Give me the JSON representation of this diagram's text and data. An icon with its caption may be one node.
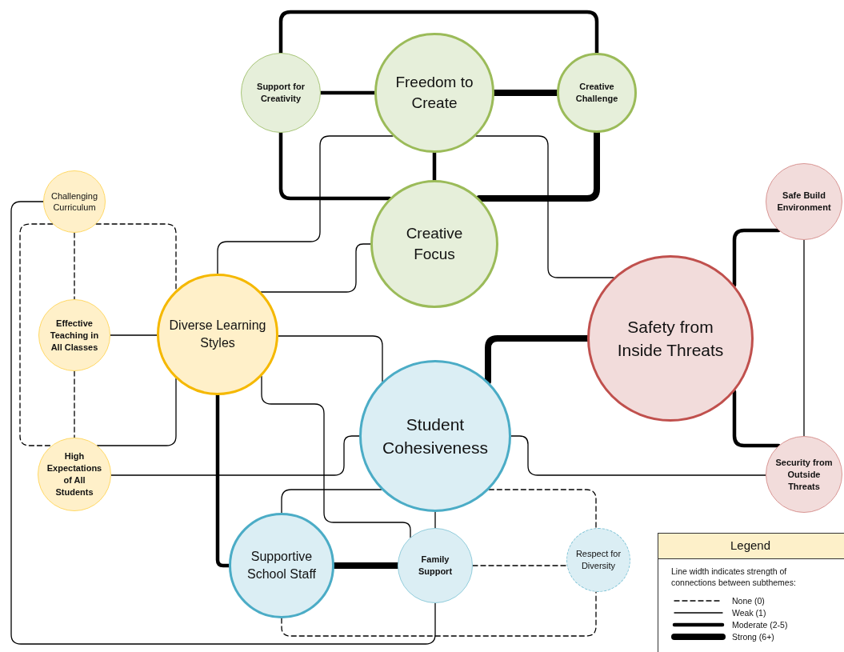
{
  "diagram": {
    "nodes": [
      {
        "text": [
          "Support for Creativity"
        ]
      },
      {
        "text": [
          "Freedom to Create"
        ]
      },
      {
        "text": [
          "Creative Challenge"
        ]
      },
      {
        "text": [
          "Creative Focus"
        ]
      },
      {
        "text": [
          "Challenging Curriculum"
        ]
      },
      {
        "text": [
          "Effective Teaching in All Classes"
        ]
      },
      {
        "text": [
          "Diverse Learning Styles"
        ]
      },
      {
        "text": [
          "High Expectations of All Students"
        ]
      },
      {
        "text": [
          "Safety from Inside Threats"
        ]
      },
      {
        "text": [
          "Safe Build Environment"
        ]
      },
      {
        "text": [
          "Student Cohesiveness"
        ]
      },
      {
        "text": [
          "Security from Outside Threats"
        ]
      },
      {
        "text": [
          "Supportive School Staff"
        ]
      },
      {
        "text": [
          "Family Support"
        ]
      },
      {
        "text": [
          "Respect for Diversity"
        ]
      }
    ],
    "edges": [
      {
        "from": 0,
        "to": 1,
        "arrow": "none",
        "style": "thick"
      },
      {
        "from": 1,
        "to": 2,
        "arrow": "none",
        "style": "thick"
      },
      {
        "from": 0,
        "to": 2,
        "arrow": "none",
        "style": "thick"
      },
      {
        "from": 1,
        "to": 3,
        "arrow": "none",
        "style": "thick"
      },
      {
        "from": 0,
        "to": 3,
        "arrow": "none",
        "style": "thick"
      },
      {
        "from": 2,
        "to": 3,
        "arrow": "none",
        "style": "thick"
      },
      {
        "from": 1,
        "to": 6,
        "arrow": "none"
      },
      {
        "from": 1,
        "to": 8,
        "arrow": "none"
      },
      {
        "from": 3,
        "to": 6,
        "arrow": "none"
      },
      {
        "from": 4,
        "to": 5,
        "arrow": "none",
        "style": "dashed"
      },
      {
        "from": 4,
        "to": 6,
        "arrow": "none",
        "style": "dashed"
      },
      {
        "from": 4,
        "to": 7,
        "arrow": "none",
        "style": "dashed"
      },
      {
        "from": 5,
        "to": 7,
        "arrow": "none",
        "style": "dashed"
      },
      {
        "from": 5,
        "to": 6,
        "arrow": "none"
      },
      {
        "from": 6,
        "to": 7,
        "arrow": "none"
      },
      {
        "from": 4,
        "to": 13,
        "arrow": "none"
      },
      {
        "from": 6,
        "to": 10,
        "arrow": "none"
      },
      {
        "from": 6,
        "to": 13,
        "arrow": "none"
      },
      {
        "from": 6,
        "to": 12,
        "arrow": "none",
        "style": "thick"
      },
      {
        "from": 7,
        "to": 10,
        "arrow": "none"
      },
      {
        "from": 8,
        "to": 10,
        "arrow": "none",
        "style": "thick"
      },
      {
        "from": 8,
        "to": 9,
        "arrow": "none",
        "style": "thick"
      },
      {
        "from": 8,
        "to": 11,
        "arrow": "none",
        "style": "thick"
      },
      {
        "from": 9,
        "to": 11,
        "arrow": "none"
      },
      {
        "from": 10,
        "to": 11,
        "arrow": "none"
      },
      {
        "from": 10,
        "to": 12,
        "arrow": "none"
      },
      {
        "from": 10,
        "to": 13,
        "arrow": "none"
      },
      {
        "from": 10,
        "to": 14,
        "arrow": "none",
        "style": "dashed"
      },
      {
        "from": 12,
        "to": 13,
        "arrow": "none",
        "style": "thick"
      },
      {
        "from": 13,
        "to": 14,
        "arrow": "none",
        "style": "dashed"
      },
      {
        "from": 12,
        "to": 14,
        "arrow": "none",
        "style": "dashed"
      }
    ],
    "labels": [
      "Legend",
      "Line width indicates strength of connections between subthemes:"
    ],
    "legend": [
      {
        "text": "None (0)"
      },
      {
        "text": "Weak (1)"
      },
      {
        "text": "Moderate (2-5)"
      },
      {
        "text": "Strong (6+)"
      }
    ]
  }
}
